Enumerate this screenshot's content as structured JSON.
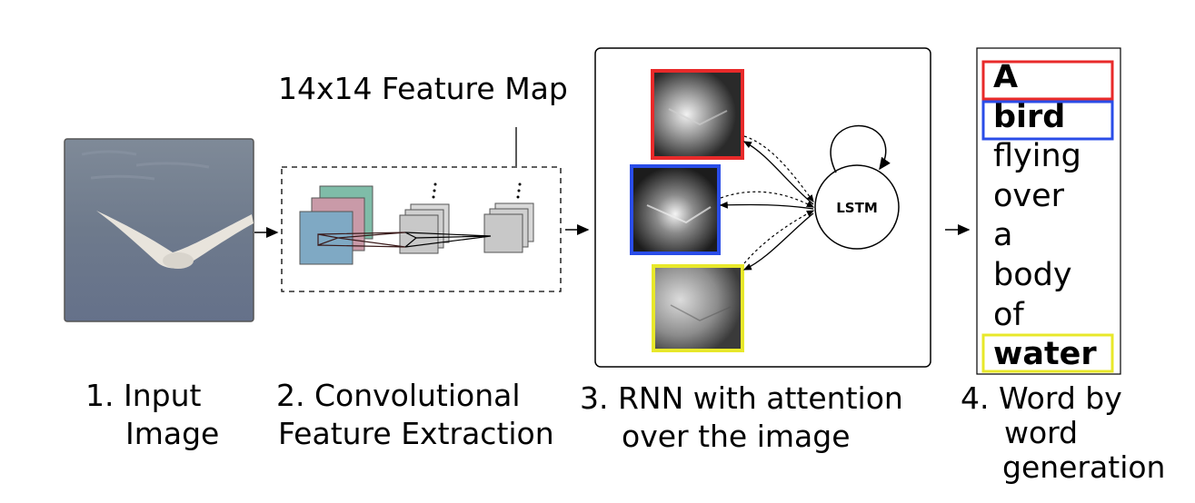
{
  "feature_map_label": "14x14 Feature Map",
  "lstm_label": "LSTM",
  "steps": [
    {
      "lines": [
        "1. Input",
        "Image"
      ]
    },
    {
      "lines": [
        "2. Convolutional",
        "Feature Extraction"
      ]
    },
    {
      "lines": [
        "3. RNN with attention",
        "over the image"
      ]
    },
    {
      "lines": [
        "4. Word by",
        "word",
        "generation"
      ]
    }
  ],
  "generated_words": [
    {
      "text": "A",
      "bold": true,
      "highlight": "#e82a2a"
    },
    {
      "text": "bird",
      "bold": true,
      "highlight": "#2a4de8"
    },
    {
      "text": "flying",
      "bold": false,
      "highlight": null
    },
    {
      "text": "over",
      "bold": false,
      "highlight": null
    },
    {
      "text": "a",
      "bold": false,
      "highlight": null
    },
    {
      "text": "body",
      "bold": false,
      "highlight": null
    },
    {
      "text": "of",
      "bold": false,
      "highlight": null
    },
    {
      "text": "water",
      "bold": true,
      "highlight": "#e8e82a"
    }
  ],
  "attention_colors": [
    "#e82a2a",
    "#2a4de8",
    "#e8e82a"
  ]
}
